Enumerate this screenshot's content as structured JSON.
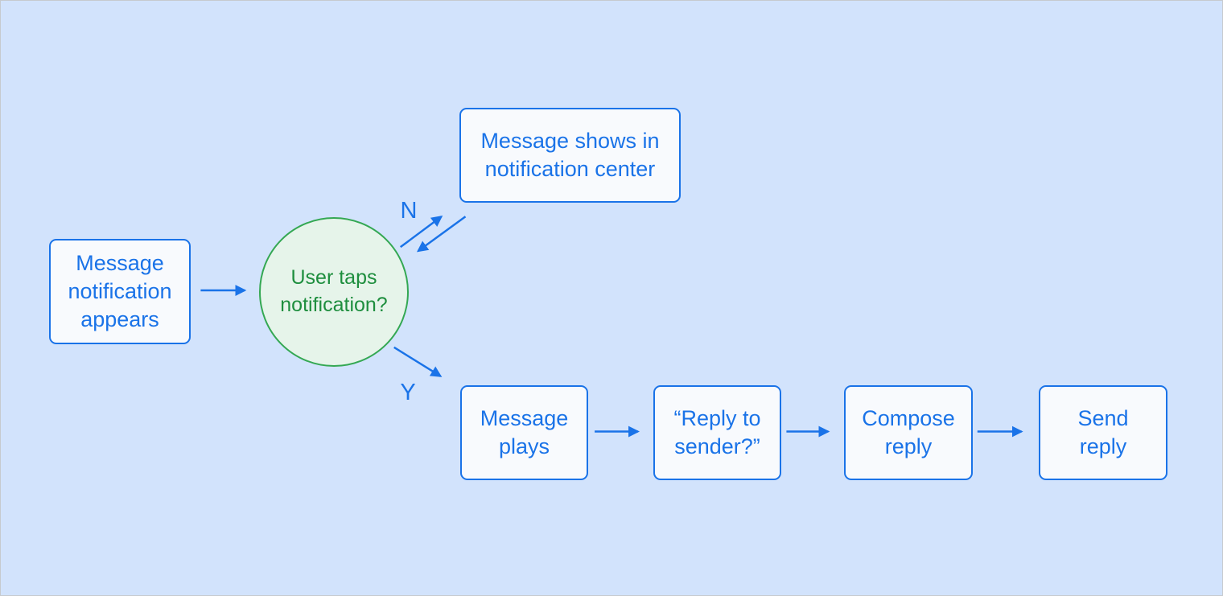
{
  "diagram": {
    "type": "flowchart",
    "colors": {
      "background": "#d2e3fc",
      "node_fill": "#f8fafd",
      "node_border": "#1a73e8",
      "node_text": "#1a73e8",
      "arrow": "#1a73e8",
      "decision_fill": "#e6f4ea",
      "decision_border": "#34a853",
      "decision_text": "#1e8e3e"
    },
    "nodes": {
      "start": {
        "label": "Message\nnotification\nappears",
        "shape": "rounded-rect"
      },
      "decision": {
        "label": "User taps\nnotification?",
        "shape": "circle"
      },
      "no_result": {
        "label": "Message shows in\nnotification center",
        "shape": "rounded-rect"
      },
      "plays": {
        "label": "Message\nplays",
        "shape": "rounded-rect"
      },
      "reply": {
        "label": "“Reply to\nsender?”",
        "shape": "rounded-rect"
      },
      "compose": {
        "label": "Compose\nreply",
        "shape": "rounded-rect"
      },
      "send": {
        "label": "Send\nreply",
        "shape": "rounded-rect"
      }
    },
    "branches": {
      "no_label": "N",
      "yes_label": "Y"
    },
    "edges": [
      {
        "from": "start",
        "to": "decision"
      },
      {
        "from": "decision",
        "to": "no_result",
        "label": "N",
        "style": "double-arrow"
      },
      {
        "from": "decision",
        "to": "plays",
        "label": "Y"
      },
      {
        "from": "plays",
        "to": "reply"
      },
      {
        "from": "reply",
        "to": "compose"
      },
      {
        "from": "compose",
        "to": "send"
      }
    ]
  }
}
